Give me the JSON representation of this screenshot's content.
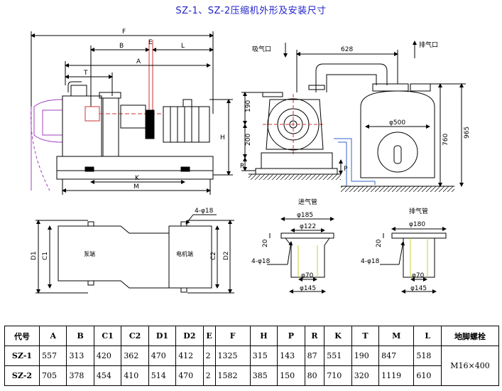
{
  "title": "SZ-1、SZ-2压缩机外形及安装尺寸",
  "side_view": {
    "dims": {
      "F": "F",
      "B": "B",
      "E": "E",
      "L": "L",
      "A": "A",
      "T": "T",
      "H": "H",
      "K": "K",
      "M": "M"
    }
  },
  "front_view": {
    "inlet_label": "吸气口",
    "outlet_label": "排气口",
    "dims": {
      "d628": "628",
      "d190": "190",
      "d200": "200",
      "R": "R",
      "P": "P",
      "d500": "φ500",
      "d760": "760",
      "d965": "965"
    }
  },
  "plan_view": {
    "hole_label": "4-φ18",
    "left_label": "泵端",
    "right_label": "电机端",
    "dims": {
      "D1": "D1",
      "C1": "C1",
      "C2": "C2",
      "D2": "D2"
    }
  },
  "inlet_pipe": {
    "title": "进气管",
    "d185": "φ185",
    "d122": "φ122",
    "d20": "20",
    "holes": "4-φ18",
    "d70": "φ70",
    "d145": "φ145"
  },
  "outlet_pipe": {
    "title": "排气管",
    "d180": "φ180",
    "d20": "20",
    "holes": "4-φ18",
    "d70": "φ70",
    "d145": "φ145"
  },
  "table": {
    "headers": [
      "代号",
      "A",
      "B",
      "C1",
      "C2",
      "D1",
      "D2",
      "E",
      "F",
      "H",
      "P",
      "R",
      "K",
      "T",
      "M",
      "L",
      "地脚螺栓"
    ],
    "rows": [
      {
        "name": "SZ-1",
        "values": [
          "557",
          "313",
          "420",
          "362",
          "470",
          "412",
          "2",
          "1325",
          "315",
          "143",
          "87",
          "551",
          "190",
          "847",
          "518"
        ]
      },
      {
        "name": "SZ-2",
        "values": [
          "705",
          "378",
          "454",
          "410",
          "514",
          "470",
          "2",
          "1582",
          "385",
          "150",
          "80",
          "710",
          "320",
          "1119",
          "610"
        ]
      }
    ],
    "bolt": "M16×400"
  }
}
